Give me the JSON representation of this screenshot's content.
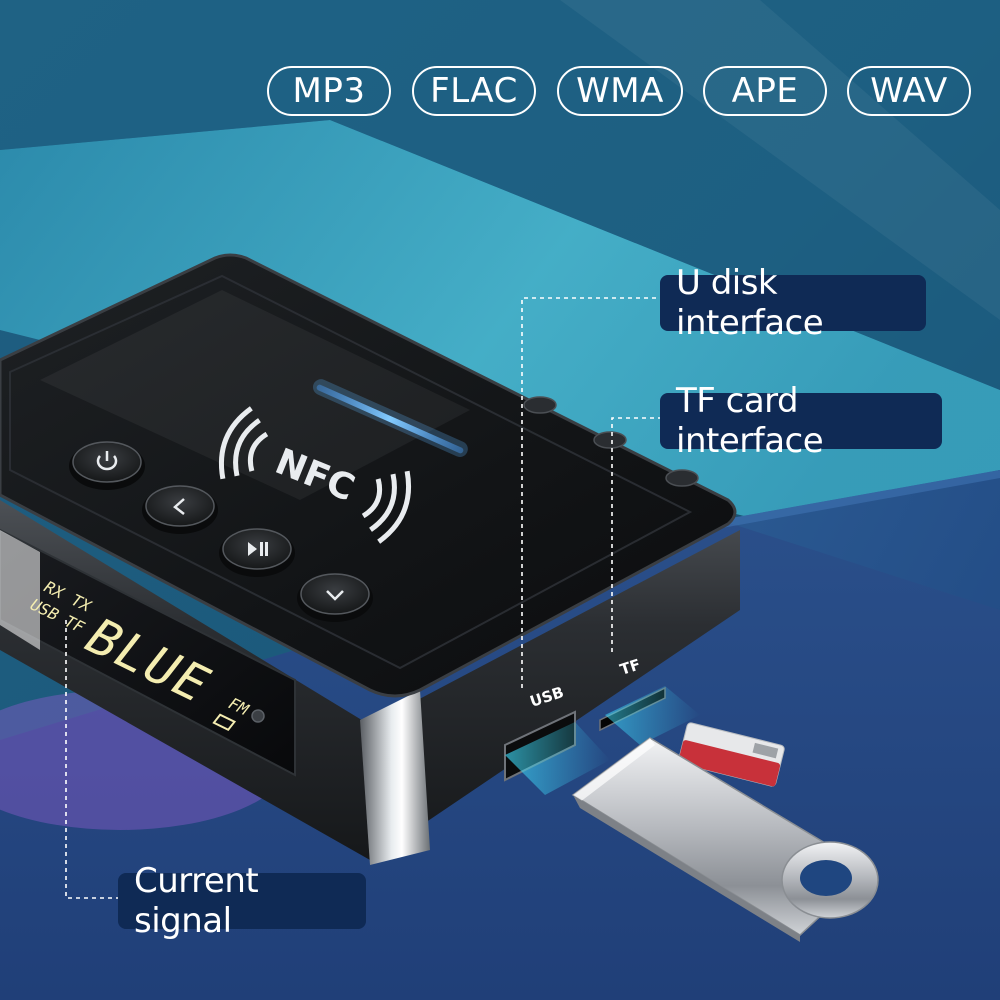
{
  "formats": [
    "MP3",
    "FLAC",
    "WMA",
    "APE",
    "WAV"
  ],
  "callouts": {
    "u_disk": "U disk interface",
    "tf_card": "TF card interface",
    "current_signal": "Current signal"
  },
  "device": {
    "nfc_label": "NFC",
    "port_usb_label": "USB",
    "port_tf_label": "TF",
    "display": {
      "rx": "RX",
      "tx": "TX",
      "usb": "USB",
      "tf": "TF",
      "mode": "BLUE",
      "fm": "FM"
    },
    "buttons": [
      "power-icon",
      "chevron-left-icon",
      "play-pause-icon",
      "chevron-down-icon"
    ]
  },
  "colors": {
    "background": "#14506e",
    "callout_bg": "#0f2a55",
    "led_blue": "#5fb8ff",
    "display_glow": "#f4edb0"
  }
}
